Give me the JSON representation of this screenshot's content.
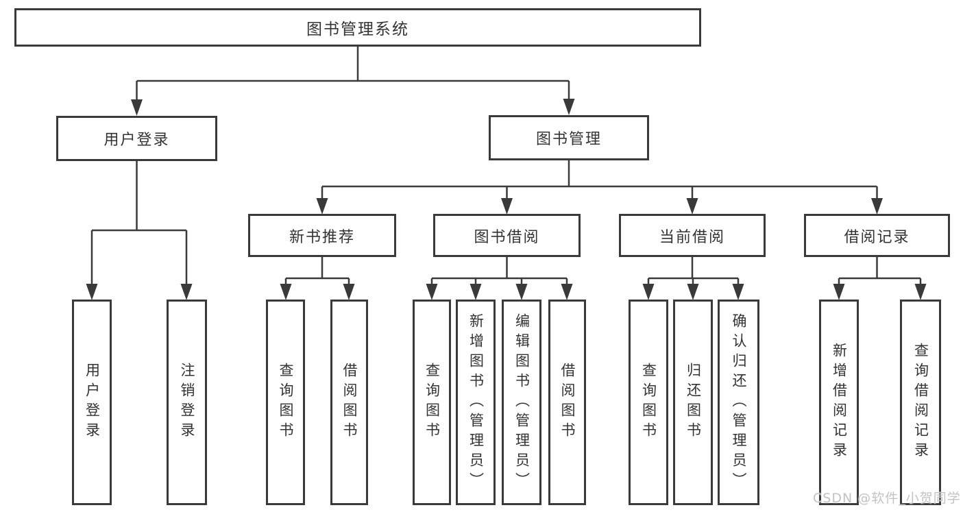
{
  "diagram_type": "hierarchy-tree",
  "watermark": {
    "text": "CSDN @软件_小贺同学"
  },
  "colors": {
    "line": "#3a3a3a",
    "box_border": "#3a3a3a",
    "text": "#333333",
    "background": "#ffffff",
    "watermark": "#c3c3c3"
  },
  "hierarchy": {
    "root": "图书管理系统",
    "children": [
      {
        "label": "用户登录",
        "children": [
          "用户登录",
          "注销登录"
        ]
      },
      {
        "label": "图书管理",
        "children": [
          {
            "label": "新书推荐",
            "children": [
              "查询图书",
              "借阅图书"
            ]
          },
          {
            "label": "图书借阅",
            "children": [
              "查询图书",
              "新增图书（管理员）",
              "编辑图书（管理员）",
              "借阅图书"
            ]
          },
          {
            "label": "当前借阅",
            "children": [
              "查询图书",
              "归还图书",
              "确认归还（管理员）"
            ]
          },
          {
            "label": "借阅记录",
            "children": [
              "新增借阅记录",
              "查询借阅记录"
            ]
          }
        ]
      }
    ]
  }
}
